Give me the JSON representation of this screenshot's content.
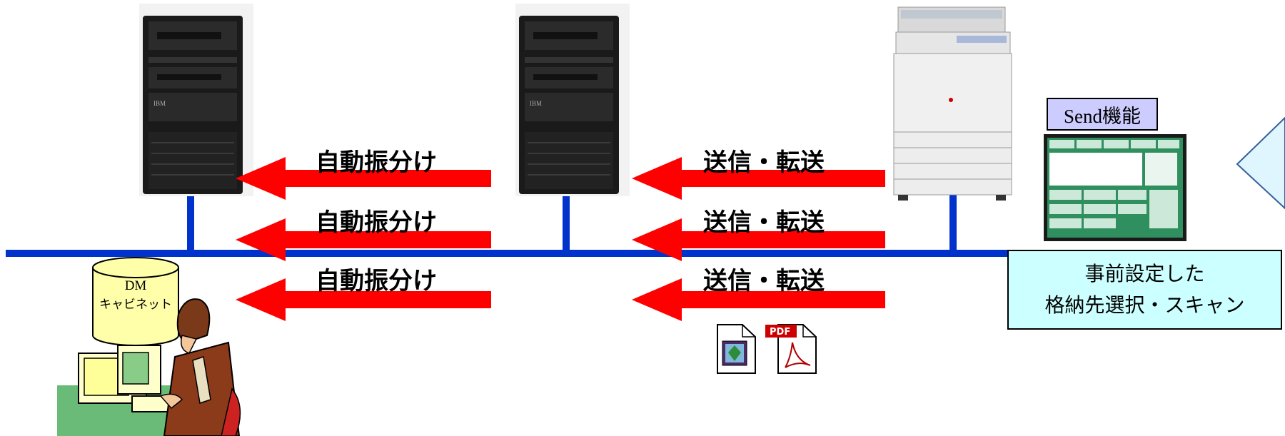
{
  "arrows_left": [
    {
      "label": "自動振分け"
    },
    {
      "label": "自動振分け"
    },
    {
      "label": "自動振分け"
    }
  ],
  "arrows_right": [
    {
      "label": "送信・転送"
    },
    {
      "label": "送信・転送"
    },
    {
      "label": "送信・転送"
    }
  ],
  "send_function": {
    "label": "Send機能"
  },
  "note": {
    "line1": "事前設定した",
    "line2": "格納先選択・スキャン"
  },
  "database": {
    "line1": "DM",
    "line2": "キャビネット"
  },
  "file_icons": [
    "image-file-icon",
    "pdf-file-icon"
  ],
  "pdf_badge": "PDF",
  "colors": {
    "network": "#0033cc",
    "arrow": "#ff0000",
    "send_box": "#ccccff",
    "note_box": "#ccffff",
    "db": "#ffffaa"
  }
}
